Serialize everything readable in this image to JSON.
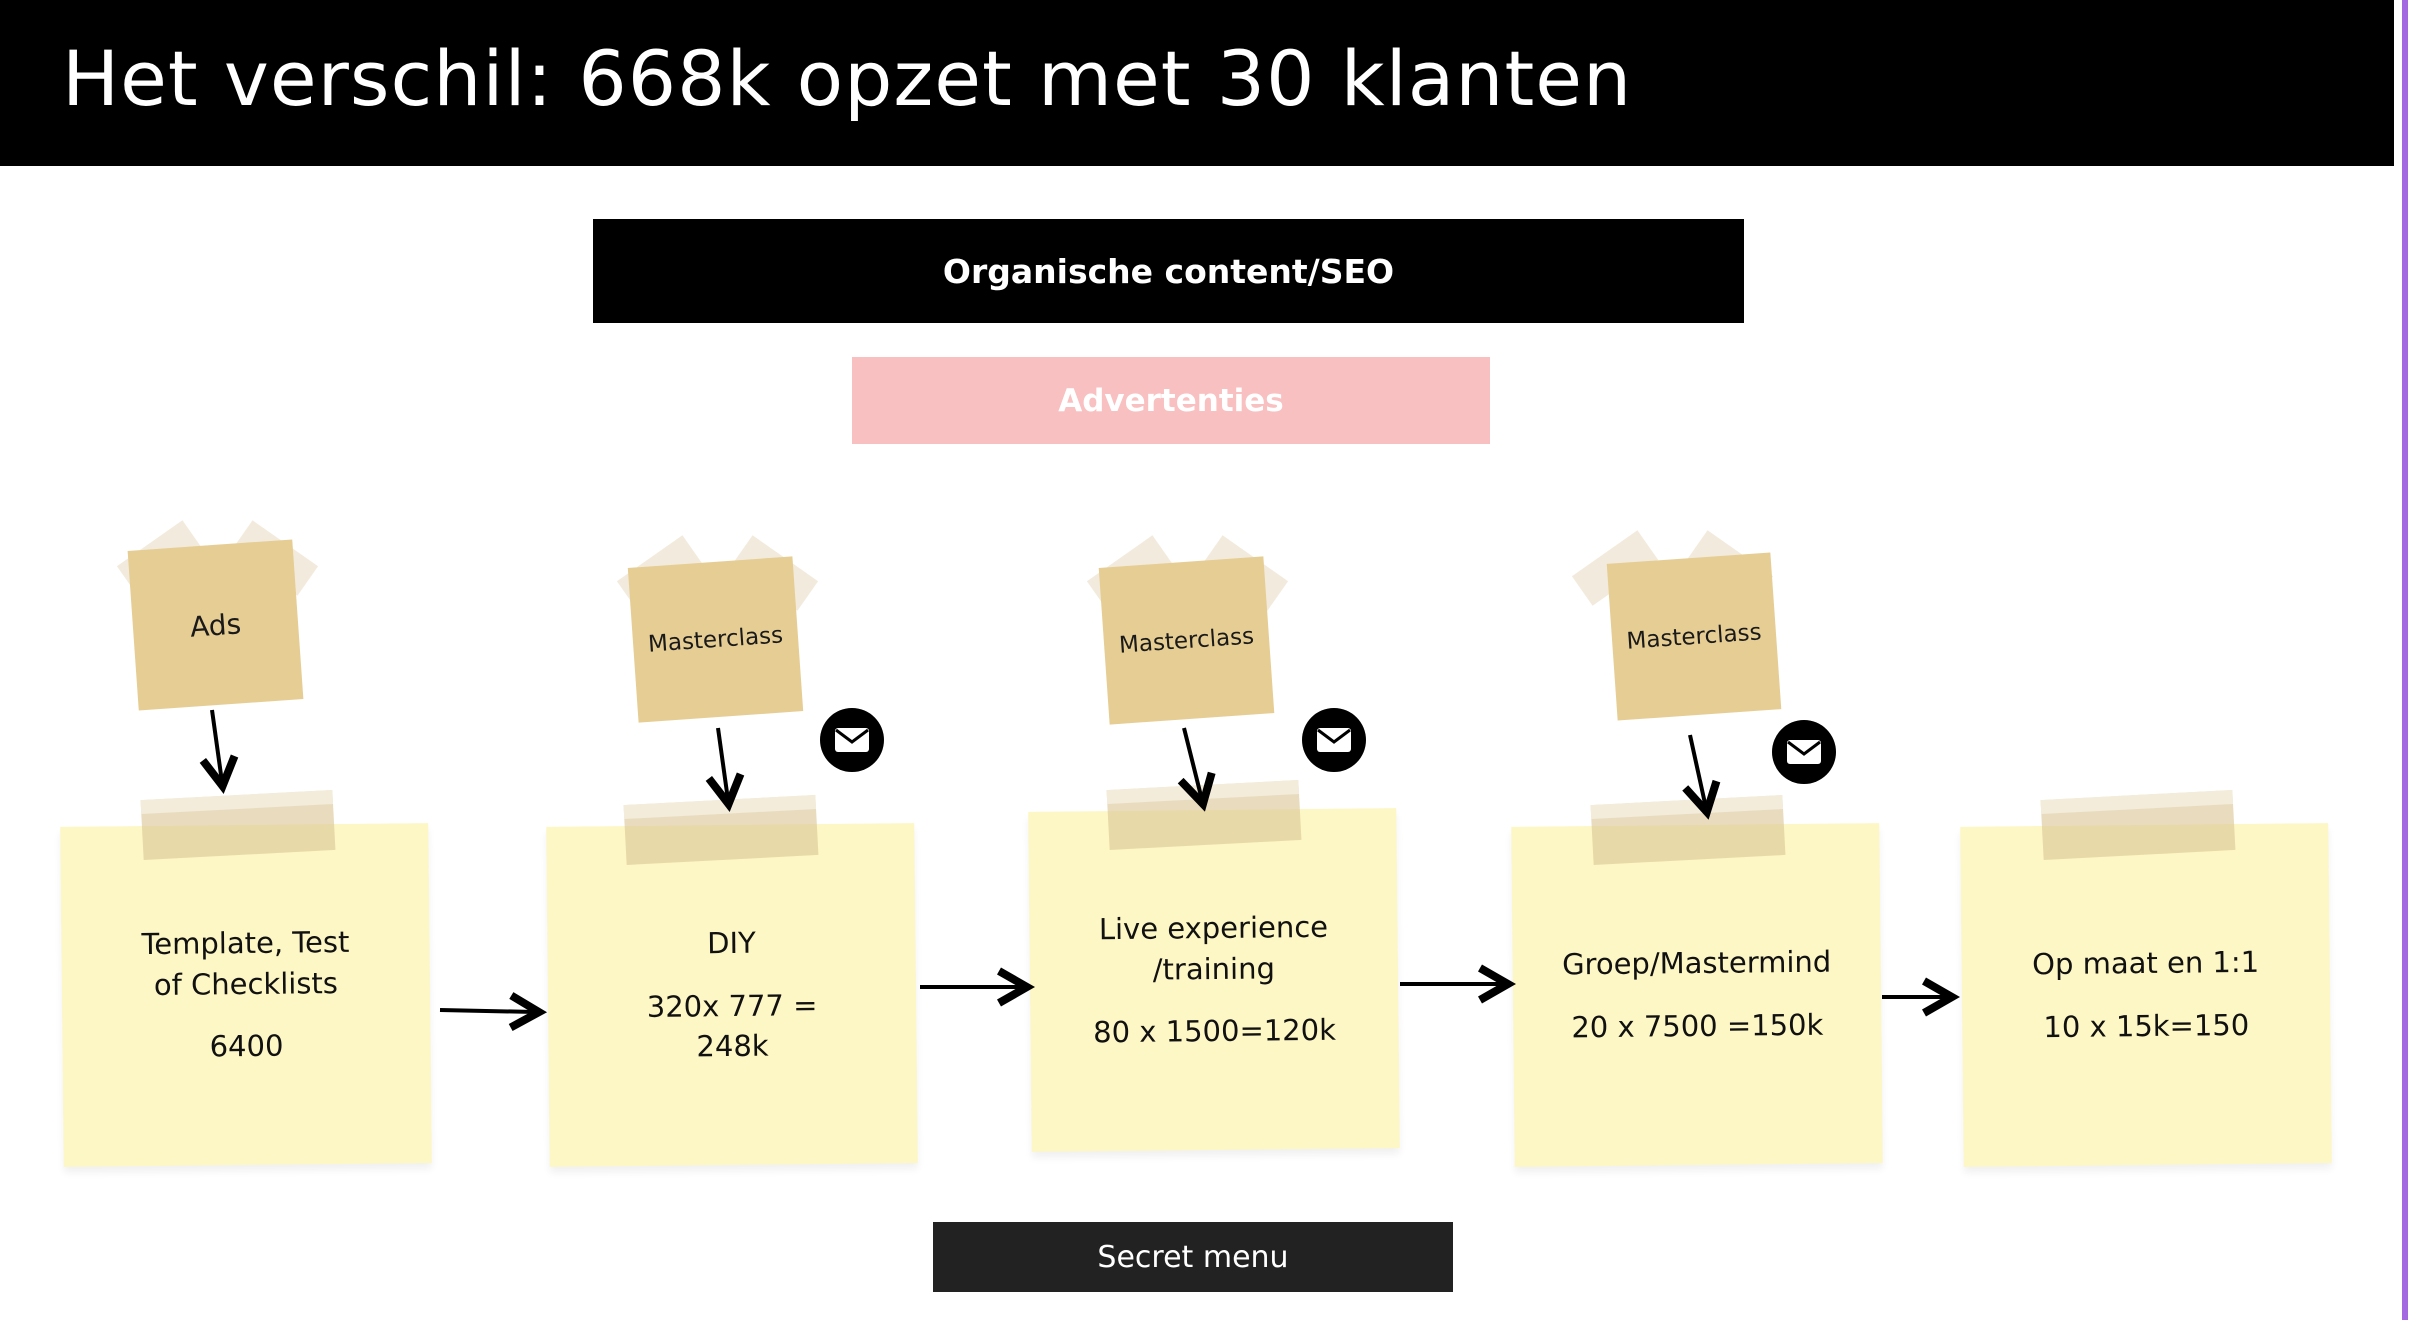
{
  "header": {
    "title": "Het verschil: 668k opzet met 30 klanten"
  },
  "bands": {
    "organic": "Organische content/SEO",
    "ads": "Advertenties",
    "secret": "Secret menu"
  },
  "tags": [
    "Ads",
    "Masterclass",
    "Masterclass",
    "Masterclass"
  ],
  "steps": [
    {
      "label": "Template, Test\nof Checklists",
      "value": "6400"
    },
    {
      "label": "DIY",
      "value": "320x 777 =\n248k"
    },
    {
      "label": "Live experience\n/training",
      "value": "80 x 1500=120k"
    },
    {
      "label": "Groep/Mastermind",
      "value": "20 x 7500 =150k"
    },
    {
      "label": "Op maat en 1:1",
      "value": "10 x 15k=150"
    }
  ],
  "colors": {
    "header_bg": "#000000",
    "ads_band": "#f8c0c0",
    "note": "#fdf6c5",
    "tag": "#e6cd93",
    "accent_edge": "#a468e0"
  },
  "icons": [
    "mail-icon",
    "arrow-right-icon",
    "arrow-down-icon"
  ]
}
